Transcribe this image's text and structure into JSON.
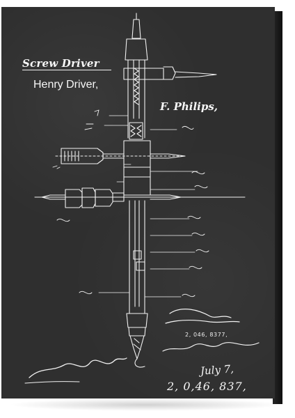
{
  "artwork": {
    "title": "Screw Driver",
    "inventor": "Henry Driver,",
    "attorney": "F. Philips,",
    "patent_number_small": "2, 046, 8377,",
    "date_handwritten": "July 7,",
    "patent_number_handwritten": "2, 0,46, 837,"
  },
  "colors": {
    "board": "#2f2f2f",
    "ink": "#f2f2f2",
    "wall": "#ffffff"
  }
}
